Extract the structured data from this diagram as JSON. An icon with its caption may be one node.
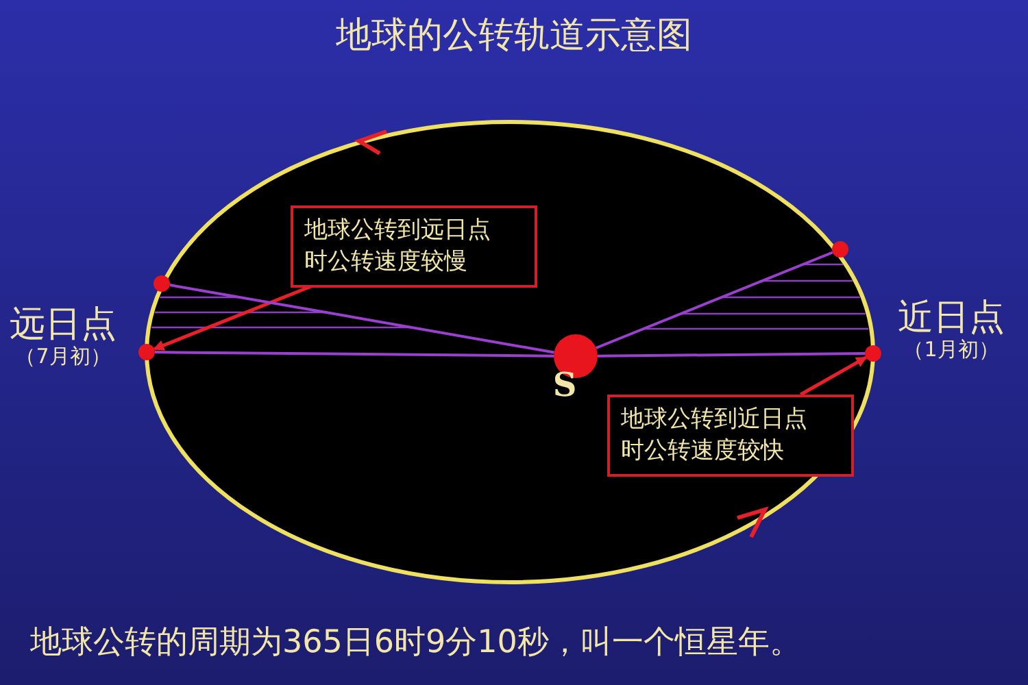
{
  "diagram": {
    "title": "地球的公转轨道示意图",
    "caption": "地球公转的周期为365日6时9分10秒，叫一个恒星年。",
    "nodes": [
      {
        "text": [
          "地球公转到远日点时公转速度较慢"
        ]
      },
      {
        "text": [],
        "shape": "circle"
      },
      {
        "text": [],
        "shape": "circle",
        "beside": [
          "远日点",
          "（7月初）"
        ]
      },
      {
        "text": [],
        "shape": "circle",
        "beside": [
          "S"
        ]
      },
      {
        "text": [],
        "shape": "circle"
      },
      {
        "text": [],
        "shape": "circle",
        "beside": [
          "近日点",
          "（1月初）"
        ]
      },
      {
        "text": [
          "地球公转到近日点时公转速度较快"
        ]
      }
    ],
    "edges": [
      {
        "from": 0,
        "to": 2,
        "arrow": "to",
        "color": "#e8202a"
      },
      {
        "from": 6,
        "to": 5,
        "arrow": "to",
        "color": "#e8202a"
      },
      {
        "from": 3,
        "to": 1,
        "arrow": "none"
      },
      {
        "from": 3,
        "to": 2,
        "arrow": "none"
      },
      {
        "from": 3,
        "to": 4,
        "arrow": "none"
      },
      {
        "from": 3,
        "to": 5,
        "arrow": "none"
      }
    ]
  }
}
